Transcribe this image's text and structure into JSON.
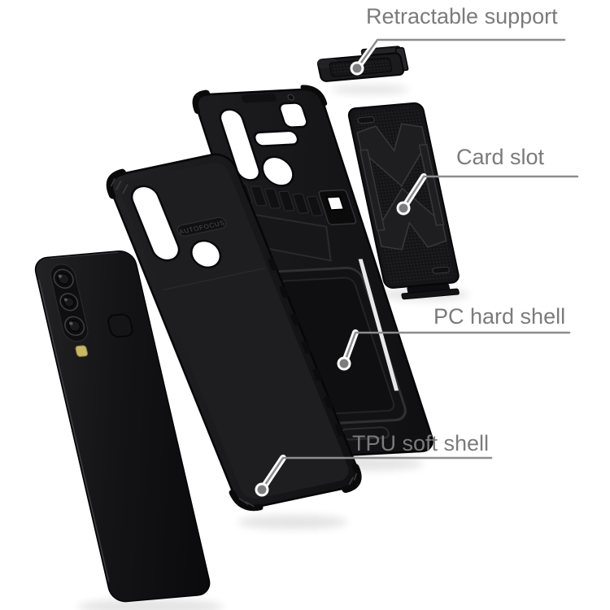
{
  "callouts": {
    "retractable_support": {
      "label": "Retractable support"
    },
    "card_slot": {
      "label": "Card slot"
    },
    "pc_hard_shell": {
      "label": "PC hard shell"
    },
    "tpu_soft_shell": {
      "label": "TPU soft shell"
    }
  },
  "case_markings": {
    "autofocus": "AUTOFOCUS"
  },
  "parts": [
    {
      "name": "phone-back"
    },
    {
      "name": "tpu-soft-shell"
    },
    {
      "name": "pc-hard-shell-with-kickstand"
    },
    {
      "name": "card-slot-cover"
    },
    {
      "name": "retractable-support-bar"
    }
  ],
  "colors": {
    "background": "#ffffff",
    "label_text": "#7b7b7b",
    "callout_line": "#8d8d8d",
    "callout_dot_fill": "#7d7d7d",
    "callout_dot_ring": "#ffffff",
    "case_black": "#17181a",
    "case_highlight": "#36363a",
    "camera_flash_yellow": "#c9b766"
  }
}
